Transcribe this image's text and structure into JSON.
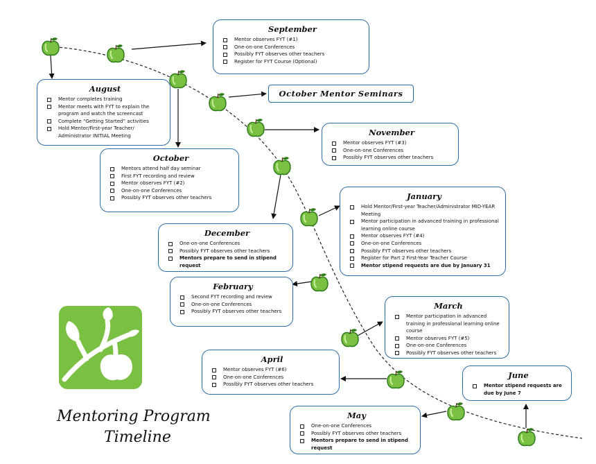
{
  "title": {
    "line1": "Mentoring Program",
    "line2": "Timeline"
  },
  "colors": {
    "accent_border": "#2e6da4",
    "apple_green": "#7ac143",
    "apple_dark": "#2f7d19",
    "logo_green": "#7ac143"
  },
  "icons": [
    "green-apple-icon",
    "apple-branch-logo",
    "checkbox-icon"
  ],
  "months": {
    "september": {
      "title": "September",
      "items": [
        "Mentor observes FYT (#1)",
        "One-on-one Conferences",
        "Possibly FYT observes other teachers",
        "Register for FYT Course (Optional)"
      ]
    },
    "august": {
      "title": "August",
      "items": [
        "Mentor completes training",
        "Mentor meets with FYT to explain the program and watch the screencast",
        "Complete “Getting Started” activities",
        "Hold Mentor/First-year Teacher/ Administrator INITIAL Meeting"
      ]
    },
    "october_seminars": {
      "title": "October Mentor Seminars"
    },
    "november": {
      "title": "November",
      "items": [
        "Mentor observes FYT (#3)",
        "One-on-one Conferences",
        "Possibly FYT observes other teachers"
      ]
    },
    "october": {
      "title": "October",
      "items": [
        "Mentors attend half day seminar",
        "First FYT recording and review",
        "Mentor observes FYT (#2)",
        "One-on-one Conferences",
        "Possibly FYT observes other teachers"
      ]
    },
    "january": {
      "title": "January",
      "items": [
        "Hold Mentor/First-year Teacher/Administrator MID-YEAR Meeting",
        "Mentor participation in advanced training in professional learning online course",
        "Mentor observes FYT (#4)",
        "One-on-one Conferences",
        "Possibly FYT observes other teachers",
        "Register for Part 2 First-Year Teacher Course"
      ],
      "bold_item": "Mentor stipend requests are due by January 31"
    },
    "december": {
      "title": "December",
      "items": [
        "One-on-one Conferences",
        "Possibly FYT observes other teachers"
      ],
      "bold_item": "Mentors prepare to send in stipend request"
    },
    "february": {
      "title": "February",
      "items": [
        "Second FYT recording and review",
        "One-on-one Conferences",
        "Possibly FYT observes other teachers"
      ]
    },
    "march": {
      "title": "March",
      "items": [
        "Mentor participation in advanced training in professional learning online course",
        "Mentor observes FYT (#5)",
        "One-on-one Conferences",
        "Possibly FYT observes other teachers"
      ]
    },
    "april": {
      "title": "April",
      "items": [
        "Mentor observes FYT (#6)",
        "One-on-one Conferences",
        "Possibly FYT observes other teachers"
      ]
    },
    "june": {
      "title": "June",
      "bold_item": "Mentor stipend requests are due by June 7"
    },
    "may": {
      "title": "May",
      "items": [
        "One-on-one Conferences",
        "Possibly FYT observes other teachers"
      ],
      "bold_item": "Mentors prepare to send in stipend request"
    }
  }
}
